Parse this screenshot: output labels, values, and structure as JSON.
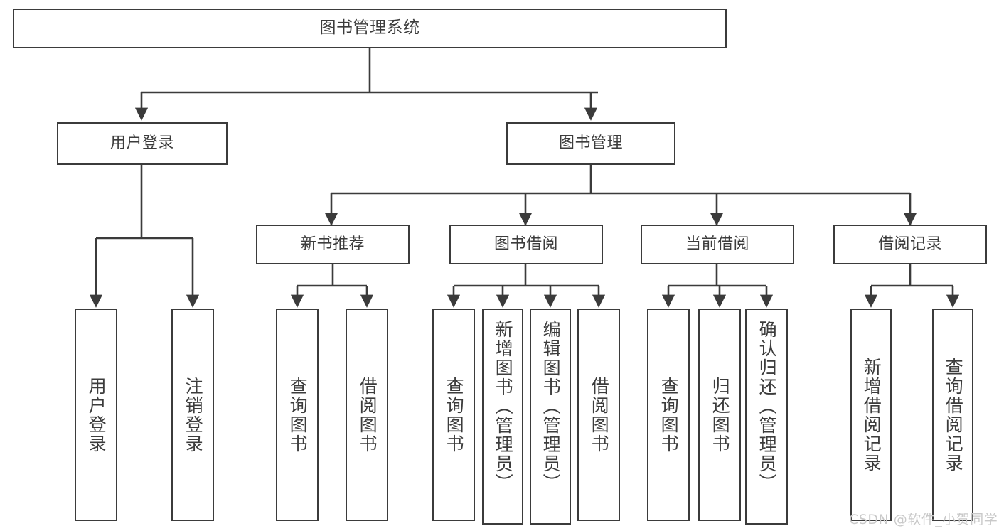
{
  "diagram": {
    "type": "tree",
    "title": "图书管理系统",
    "orientation": "top-down",
    "colors": {
      "box_border": "#3b3b3b",
      "box_fill": "#ffffff",
      "text": "#3c3c3c",
      "edge": "#3b3b3b",
      "background": "#ffffff",
      "watermark": "#c9c9c9"
    }
  },
  "nodes": {
    "root": {
      "label": "图书管理系统"
    },
    "level1": [
      {
        "id": "user-login",
        "label": "用户登录"
      },
      {
        "id": "book-manage",
        "label": "图书管理"
      }
    ],
    "level2": [
      {
        "id": "new-book-recommend",
        "label": "新书推荐"
      },
      {
        "id": "book-borrow",
        "label": "图书借阅"
      },
      {
        "id": "current-borrow",
        "label": "当前借阅"
      },
      {
        "id": "borrow-record",
        "label": "借阅记录"
      }
    ],
    "leaves": {
      "user_login": [
        {
          "id": "leaf-user-login",
          "label": "用户登录"
        },
        {
          "id": "leaf-logout",
          "label": "注销登录"
        }
      ],
      "new_book_recommend": [
        {
          "id": "leaf-query-book-1",
          "label": "查询图书"
        },
        {
          "id": "leaf-borrow-book-1",
          "label": "借阅图书"
        }
      ],
      "book_borrow": [
        {
          "id": "leaf-query-book-2",
          "label": "查询图书"
        },
        {
          "id": "leaf-add-book",
          "label": "新增图书（管理员）"
        },
        {
          "id": "leaf-edit-book",
          "label": "编辑图书（管理员）"
        },
        {
          "id": "leaf-borrow-book-2",
          "label": "借阅图书"
        }
      ],
      "current_borrow": [
        {
          "id": "leaf-query-book-3",
          "label": "查询图书"
        },
        {
          "id": "leaf-return-book",
          "label": "归还图书"
        },
        {
          "id": "leaf-confirm-return",
          "label": "确认归还（管理员）"
        }
      ],
      "borrow_record": [
        {
          "id": "leaf-add-record",
          "label": "新增借阅记录"
        },
        {
          "id": "leaf-query-record",
          "label": "查询借阅记录"
        }
      ]
    }
  },
  "watermark": {
    "text": "CSDN @软件_小贺同学"
  }
}
